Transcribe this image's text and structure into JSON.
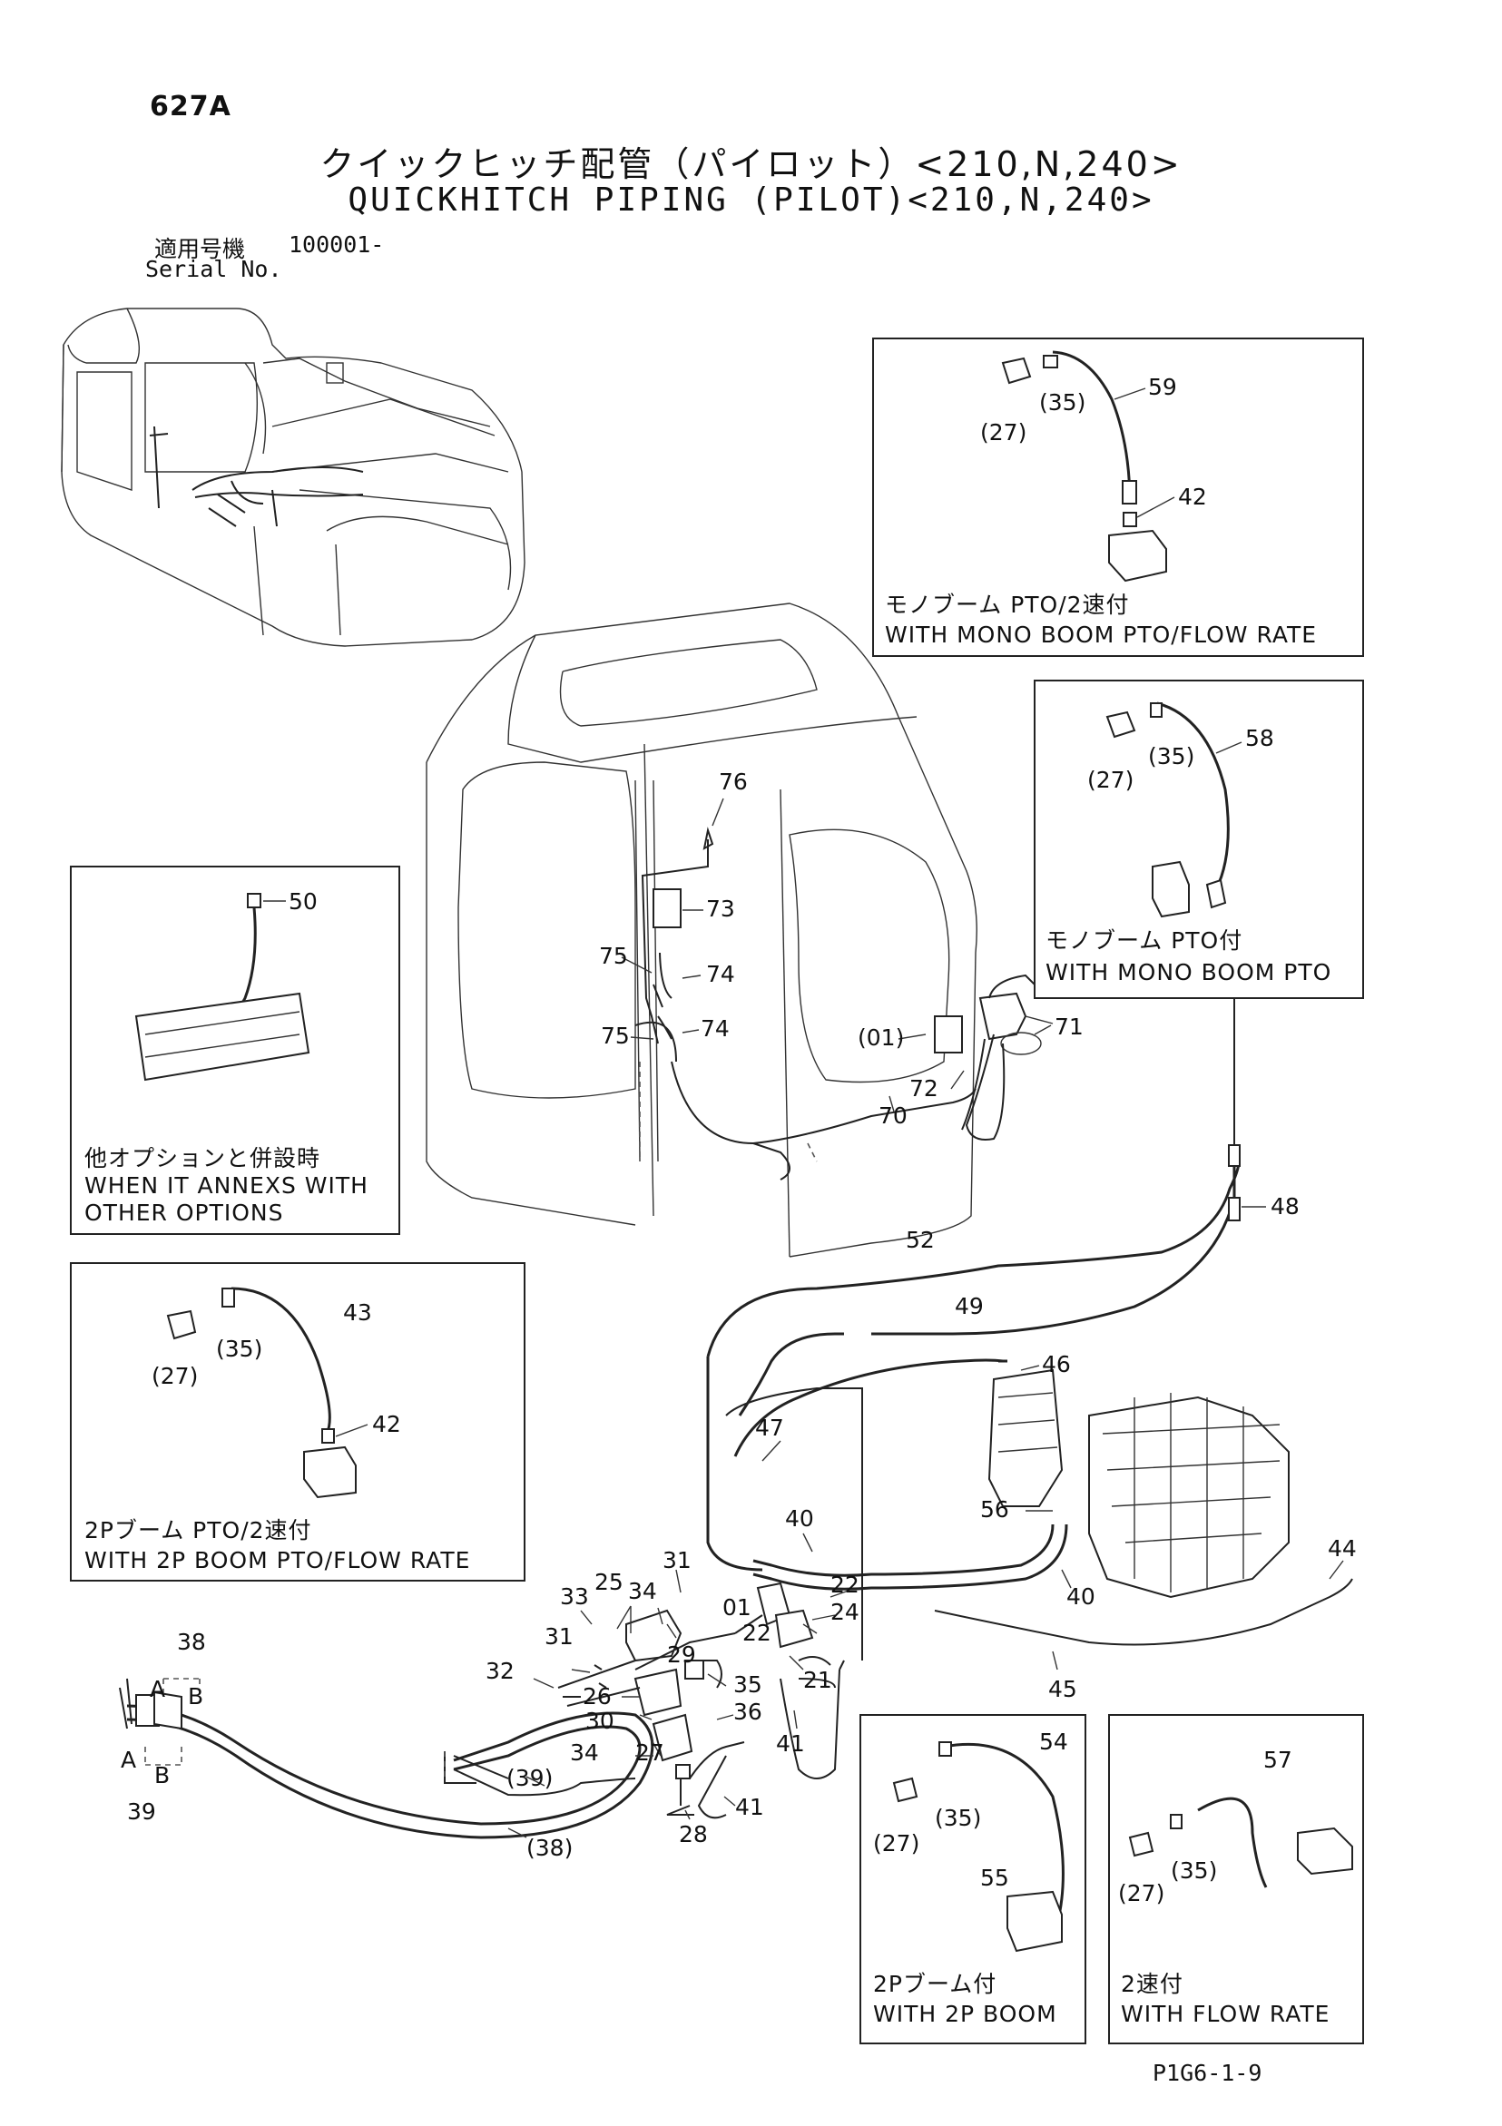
{
  "header": {
    "page_code": "627A",
    "title_jp": "クイックヒッチ配管（パイロット）<210,N,240>",
    "title_en": "QUICKHITCH PIPING (PILOT)<210,N,240>",
    "serial_label_jp": "適用号機",
    "serial_value": "100001-",
    "serial_label_en": "Serial No."
  },
  "insets": {
    "mono_boom_pto_flow": {
      "caption_jp": "モノブーム PTO/2速付",
      "caption_en": "WITH MONO BOOM PTO/FLOW RATE",
      "labels": [
        "(27)",
        "(35)",
        "59",
        "42"
      ]
    },
    "mono_boom_pto": {
      "caption_jp": "モノブーム PTO付",
      "caption_en": "WITH MONO BOOM PTO",
      "labels": [
        "(27)",
        "(35)",
        "58"
      ]
    },
    "other_options": {
      "caption_jp": "他オプションと併設時",
      "caption_en_1": "WHEN IT ANNEXS WITH",
      "caption_en_2": "OTHER OPTIONS",
      "labels": [
        "50"
      ]
    },
    "two_p_boom_pto_flow": {
      "caption_jp": "2Pブーム PTO/2速付",
      "caption_en": "WITH 2P BOOM PTO/FLOW RATE",
      "labels": [
        "(27)",
        "(35)",
        "43",
        "42"
      ]
    },
    "two_p_boom": {
      "caption_jp": "2Pブーム付",
      "caption_en": "WITH 2P BOOM",
      "labels": [
        "(27)",
        "(35)",
        "54",
        "55"
      ]
    },
    "flow_rate": {
      "caption_jp": "2速付",
      "caption_en": "WITH FLOW RATE",
      "labels": [
        "(27)",
        "(35)",
        "57"
      ]
    }
  },
  "main_labels": {
    "l76": "76",
    "l73": "73",
    "l75a": "75",
    "l74a": "74",
    "l75b": "75",
    "l74b": "74",
    "l71": "71",
    "l01a": "(01)",
    "l72": "72",
    "l70": "70",
    "l48": "48",
    "l52": "52",
    "l49": "49",
    "l46": "46",
    "l47": "47",
    "l56": "56",
    "l40a": "40",
    "l40b": "40",
    "l44": "44",
    "l45": "45",
    "l31a": "31",
    "l25": "25",
    "l34a": "34",
    "l33": "33",
    "l31b": "31",
    "l01b": "01",
    "l22a": "22",
    "l22b": "22",
    "l24": "24",
    "l29": "29",
    "l21": "21",
    "l32": "32",
    "l26": "26",
    "l35": "35",
    "l30": "30",
    "l36": "36",
    "l34b": "34",
    "l27": "27",
    "l41a": "41",
    "l41b": "41",
    "l28": "28",
    "l38a": "38",
    "l38b": "(38)",
    "l39a": "39",
    "l39b": "(39)",
    "lA1": "A",
    "lB1": "B",
    "lA2": "A",
    "lB2": "B"
  },
  "footer": {
    "ref_code": "P1G6-1-9"
  }
}
